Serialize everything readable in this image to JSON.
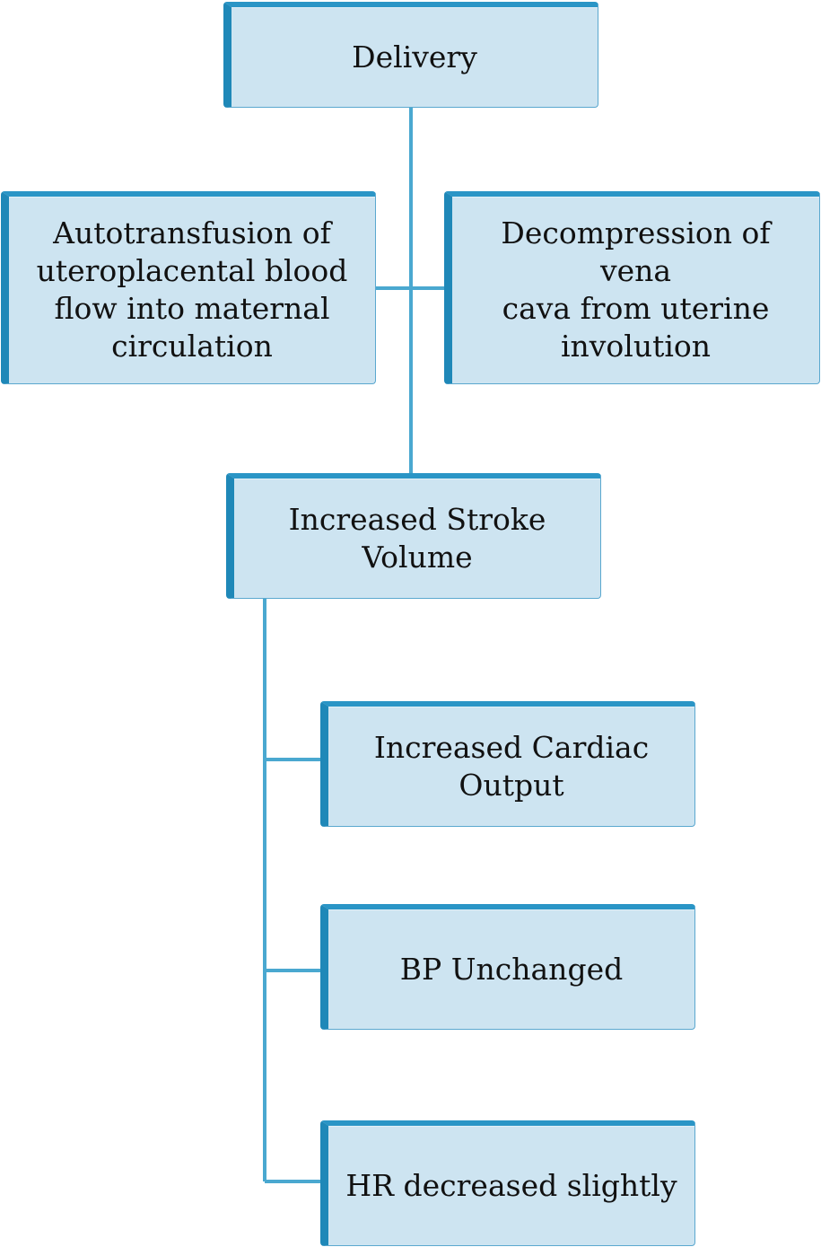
{
  "diagram": {
    "nodes": {
      "delivery": "Delivery",
      "autotransfusion": "Autotransfusion of\nuteroplacental blood\nflow into maternal\ncirculation",
      "decompression": "Decompression of vena\ncava from uterine\ninvolution",
      "stroke_volume": "Increased Stroke\nVolume",
      "cardiac_output": "Increased Cardiac\nOutput",
      "bp": "BP Unchanged",
      "hr": "HR decreased slightly"
    },
    "edges": [
      [
        "delivery",
        "autotransfusion"
      ],
      [
        "delivery",
        "decompression"
      ],
      [
        "delivery",
        "stroke_volume"
      ],
      [
        "stroke_volume",
        "cardiac_output"
      ],
      [
        "stroke_volume",
        "bp"
      ],
      [
        "stroke_volume",
        "hr"
      ]
    ],
    "colors": {
      "box_fill": "#cde4f1",
      "box_edge": "#1f88b8",
      "connector": "#4aa8d0"
    }
  }
}
